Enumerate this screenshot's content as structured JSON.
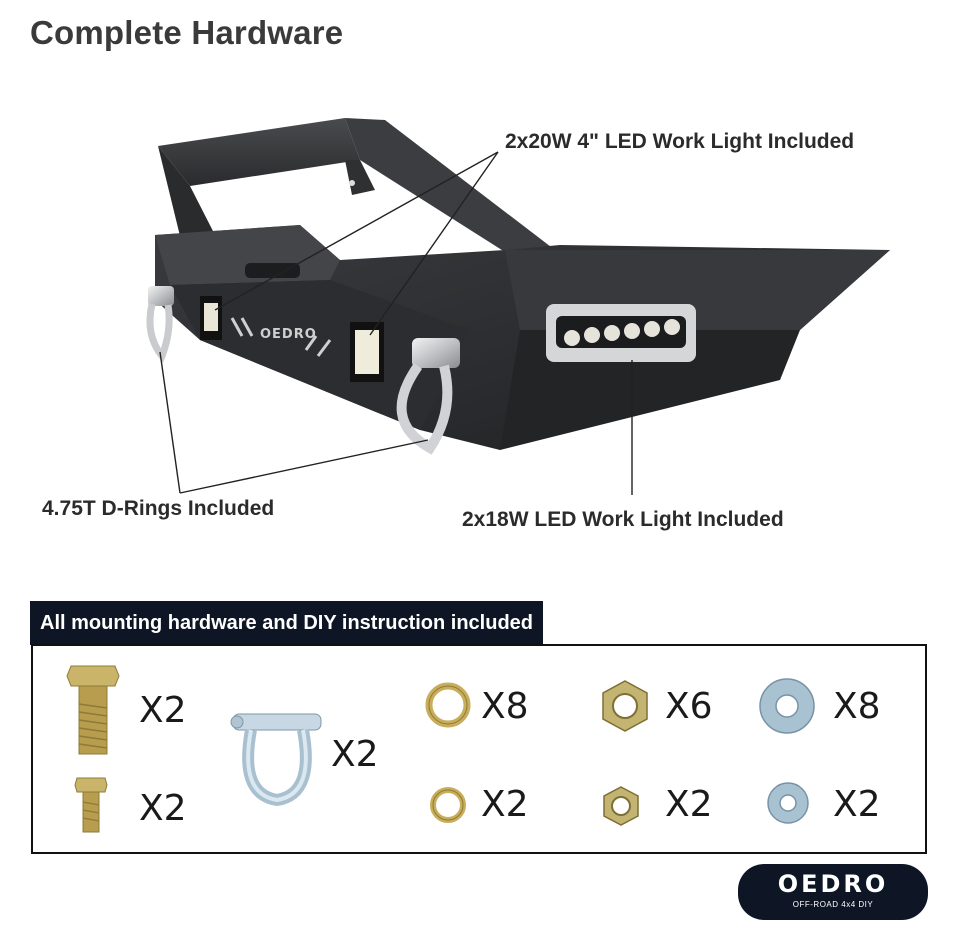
{
  "title": "Complete Hardware",
  "product": {
    "name": "bumper-with-lights",
    "logo_text": "OEDRO",
    "callouts": {
      "led_20w": "2x20W 4\" LED Work Light Included",
      "d_rings": "4.75T D-Rings Included",
      "led_18w": "2x18W LED Work Light Included"
    }
  },
  "hardware": {
    "banner": "All mounting hardware and DIY instruction included",
    "items": [
      {
        "icon": "long-bolt-icon",
        "qty": "X2"
      },
      {
        "icon": "short-bolt-icon",
        "qty": "X2"
      },
      {
        "icon": "d-ring-shackle-icon",
        "qty": "X2"
      },
      {
        "icon": "lock-washer-large-icon",
        "qty": "X8"
      },
      {
        "icon": "lock-washer-small-icon",
        "qty": "X2"
      },
      {
        "icon": "hex-nut-large-icon",
        "qty": "X6"
      },
      {
        "icon": "hex-nut-small-icon",
        "qty": "X2"
      },
      {
        "icon": "flat-washer-large-icon",
        "qty": "X8"
      },
      {
        "icon": "flat-washer-small-icon",
        "qty": "X2"
      }
    ]
  },
  "brand": {
    "name": "OEDRO",
    "tagline": "OFF-ROAD 4x4 DIY",
    "colors": {
      "banner": "#0e1625",
      "bumper": "#2e2f31",
      "metal": "#b8b8b0",
      "brass": "#b89a45",
      "zinc": "#9fb6c4"
    }
  }
}
